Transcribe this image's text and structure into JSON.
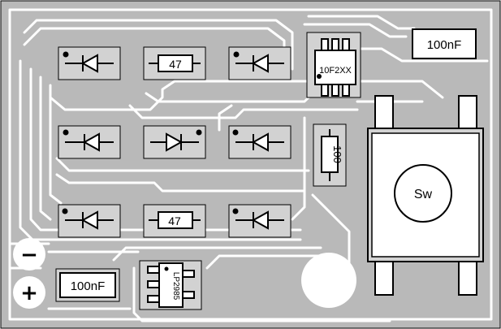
{
  "board": {
    "colors": {
      "copper": "#b9b9b9",
      "trace": "#ffffff",
      "pad": "#d2d2d2",
      "outline": "#000000",
      "background": "#ffffff"
    }
  },
  "components": {
    "cap_top_label": "100nF",
    "cap_bottom_label": "100nF",
    "resistor_top_label": "47",
    "resistor_mid_label": "47",
    "resistor_vertical_label": "100",
    "mcu_label": "10F2XX",
    "regulator_label": "LP2985",
    "switch_label": "Sw",
    "battery_minus_label": "−",
    "battery_plus_label": "+"
  },
  "icons": [
    "led-icon",
    "resistor-icon",
    "diode-icon",
    "ic-icon",
    "switch-icon",
    "capacitor-icon"
  ]
}
